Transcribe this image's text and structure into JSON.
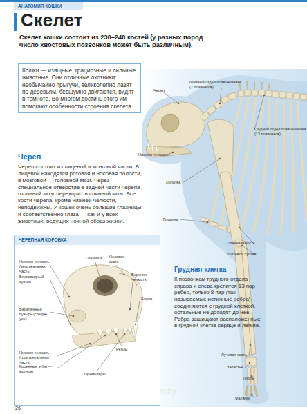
{
  "diagram": {
    "title": "Скелет",
    "nodes": [
      {
        "text": [
          "АНАТОМИЯ КОШКИ"
        ]
      },
      {
        "text": [
          "Кошки — изящные, грациозные и сильные животные. Они отличные охотники: необычайно прыгучи, великолепно лазят по деревьям, бесшумно двигаются, видят в темноте. Во многом достичь этого им помогают особенности строения скелета."
        ]
      },
      {
        "text": [
          "ЧЕРЕПНАЯ КОРОБКА"
        ]
      }
    ],
    "edges": [],
    "labels": [
      "Скелет кошки состоит из 230–240 костей (у разных пород число хвостовых позвонков может быть различным).",
      "Череп",
      "Череп состоит из лицевой и мозговой части. В лицевой находятся ротовая и носовая полости, в мозговой — головной мозг. Через специальное отверстие в задней части черепа головной мозг переходит в спинной мозг. Все кости черепа, кроме нижней челюсти, неподвижны. У кошек очень большие глазницы и соответственно глаза — как и у всех животных, ведущих ночной образ жизни.",
      "Грудная клетка",
      "К позвонкам грудного отдела справа и слева крепится 13 пар ребер, только 8 пар (так называемые истинные ребра) соединяются с грудной клеткой, остальные не доходят до нее. Ребра защищают расположенные в грудной клетке сердце и легкие.",
      "Череп",
      "Шейный отдел позвоночника (7 позвонков)",
      "Грудной отдел позвоночника (13 позвонков)",
      "Нижняя челюсть",
      "Лопатка",
      "Грудина",
      "Плечевая кость",
      "Локтевой сустав",
      "Лучевая кость",
      "Запястье",
      "Пясть",
      "Фаланги",
      "Глазница",
      "Носовая кость",
      "Нижняя челюсть (вертикальная часть)",
      "Блоковидный сустав",
      "Верхняя челюсть",
      "Клыки",
      "Барабанный пузырь (средне ухо)",
      "Нижняя челюсть (горизонтальная часть)",
      "Резцы",
      "Коренные зубы — моляры",
      "Премоляры",
      "26",
      "7seven.by"
    ]
  }
}
